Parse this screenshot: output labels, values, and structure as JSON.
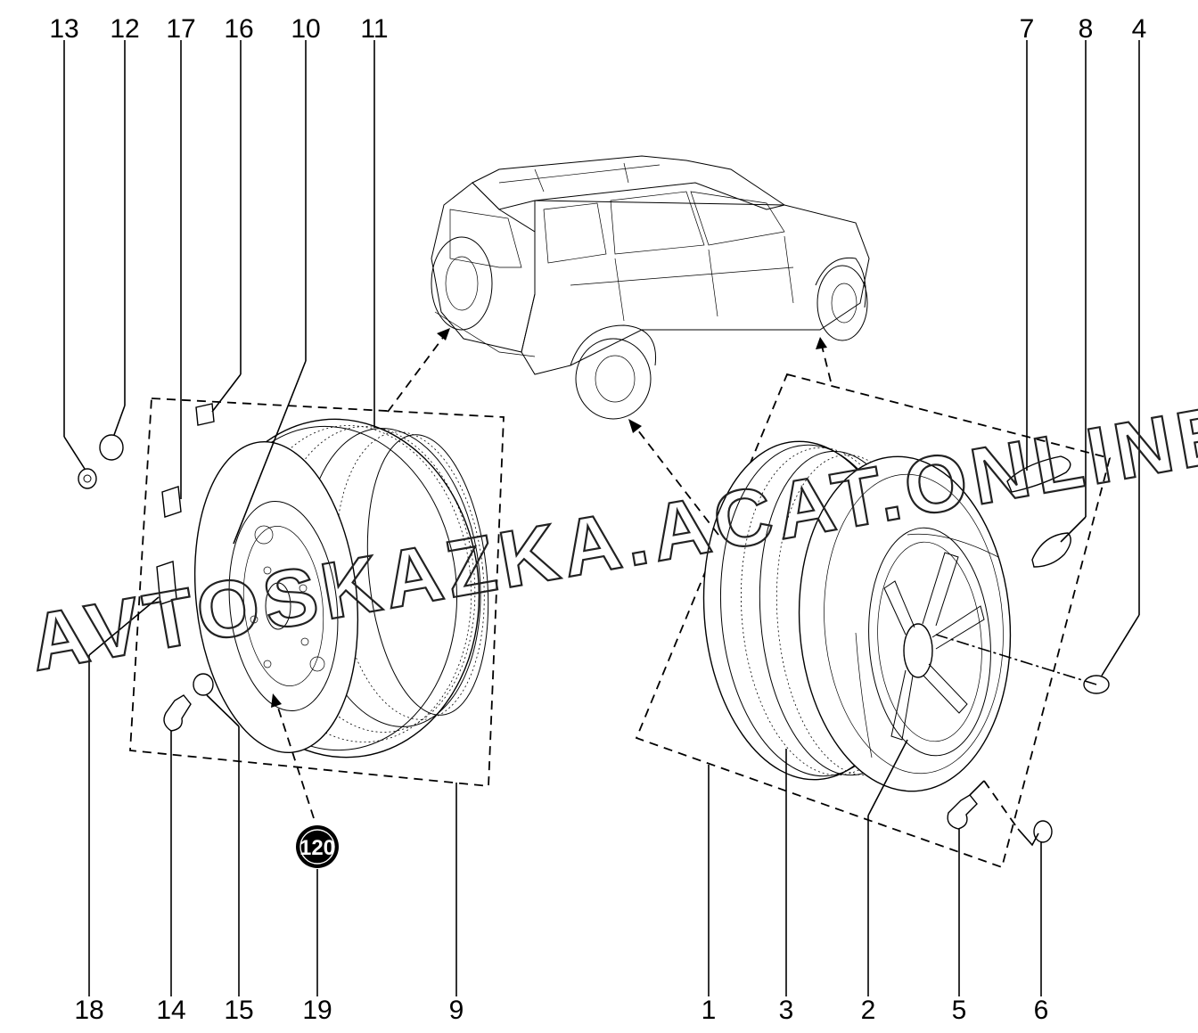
{
  "watermark": "AVTOSKAZKA.ACAT.ONLINE",
  "callouts": [
    "13",
    "12",
    "17",
    "16",
    "10",
    "11",
    "7",
    "8",
    "4",
    "18",
    "14",
    "15",
    "19",
    "9",
    "1",
    "3",
    "2",
    "5",
    "6"
  ],
  "badge": {
    "value": "120"
  }
}
